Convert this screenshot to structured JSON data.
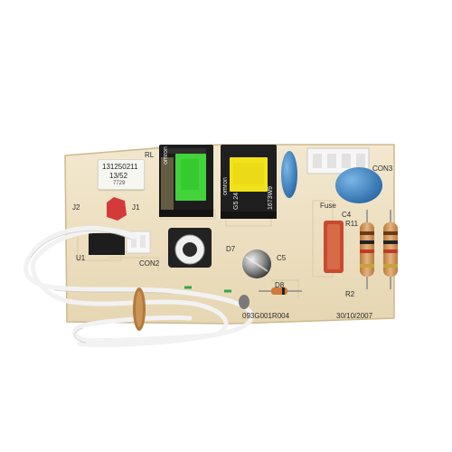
{
  "board": {
    "colors": {
      "pcb": "#efe2c6",
      "pcb_edge": "#d9c59d",
      "relay_body": "#1c1c1c",
      "sticker_green": "#43d33a",
      "sticker_yellow": "#f2e21a",
      "capacitor_blue": "#3f86c4",
      "wire": "#f4f4f4",
      "band": "#b07a3a"
    },
    "sticker": {
      "line1": "131250211",
      "line2": "13/52",
      "line3": "7729"
    },
    "labels": {
      "rl": "RL",
      "j2": "J2",
      "j1": "J1",
      "u1": "U1",
      "con2": "CON2",
      "con3": "CON3",
      "fuse": "Fuse",
      "c4": "C4",
      "r11": "R11",
      "r2": "R2",
      "d7": "D7",
      "c5": "C5",
      "d8": "D8",
      "part_number": "093G001R004",
      "date": "30/10/2007",
      "relay1_brand": "omron",
      "relay2_brand": "omron",
      "relay2_code": "1673W9",
      "relay2_model": "G5 24"
    }
  }
}
